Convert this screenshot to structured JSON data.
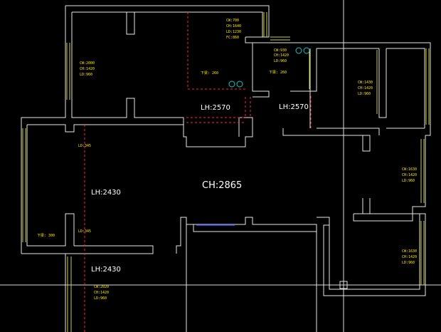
{
  "plan": {
    "ceiling_main": "CH:2865",
    "room_heights": [
      {
        "key": "lh_top_center",
        "text": "LH:2570"
      },
      {
        "key": "lh_top_right",
        "text": "LH:2570"
      },
      {
        "key": "lh_left_upper",
        "text": "LH:2430"
      },
      {
        "key": "lh_left_lower",
        "text": "LH:2430"
      }
    ],
    "annotations": {
      "top_window_note": [
        "CW:700",
        "CH:1640",
        "LD:1230",
        "FC:860"
      ],
      "left_room_note": [
        "CW:2000",
        "CH:1420",
        "LD:960"
      ],
      "right_top_note": [
        "CW:930",
        "CH:1420",
        "LD:960"
      ],
      "far_right_note": [
        "CW:1430",
        "CH:1420",
        "LD:960"
      ],
      "right_mid_note": [
        "CW:1630",
        "CH:1420",
        "LD:960"
      ],
      "right_lower_note": [
        "CW:1630",
        "CH:1420",
        "LD:960"
      ],
      "bottom_left_note": [
        "CW:2020",
        "CH:1420",
        "LD:960"
      ],
      "left_mid_ld1": "LD:345",
      "left_mid_ld2": "LD:345",
      "floor_note_top": "下梁: 260",
      "floor_note_mid": "下梁: 260",
      "floor_note_left": "下梁: 300"
    }
  },
  "colors": {
    "background": "#000000",
    "walls": "#e6e6e6",
    "windows": "#cfcf3a",
    "text_yellow": "#ffe600",
    "text_white": "#ffffff",
    "dashed_red": "#ff2a2a",
    "blue_line": "#3a4dff",
    "cyan_circles": "#19c6c6"
  }
}
